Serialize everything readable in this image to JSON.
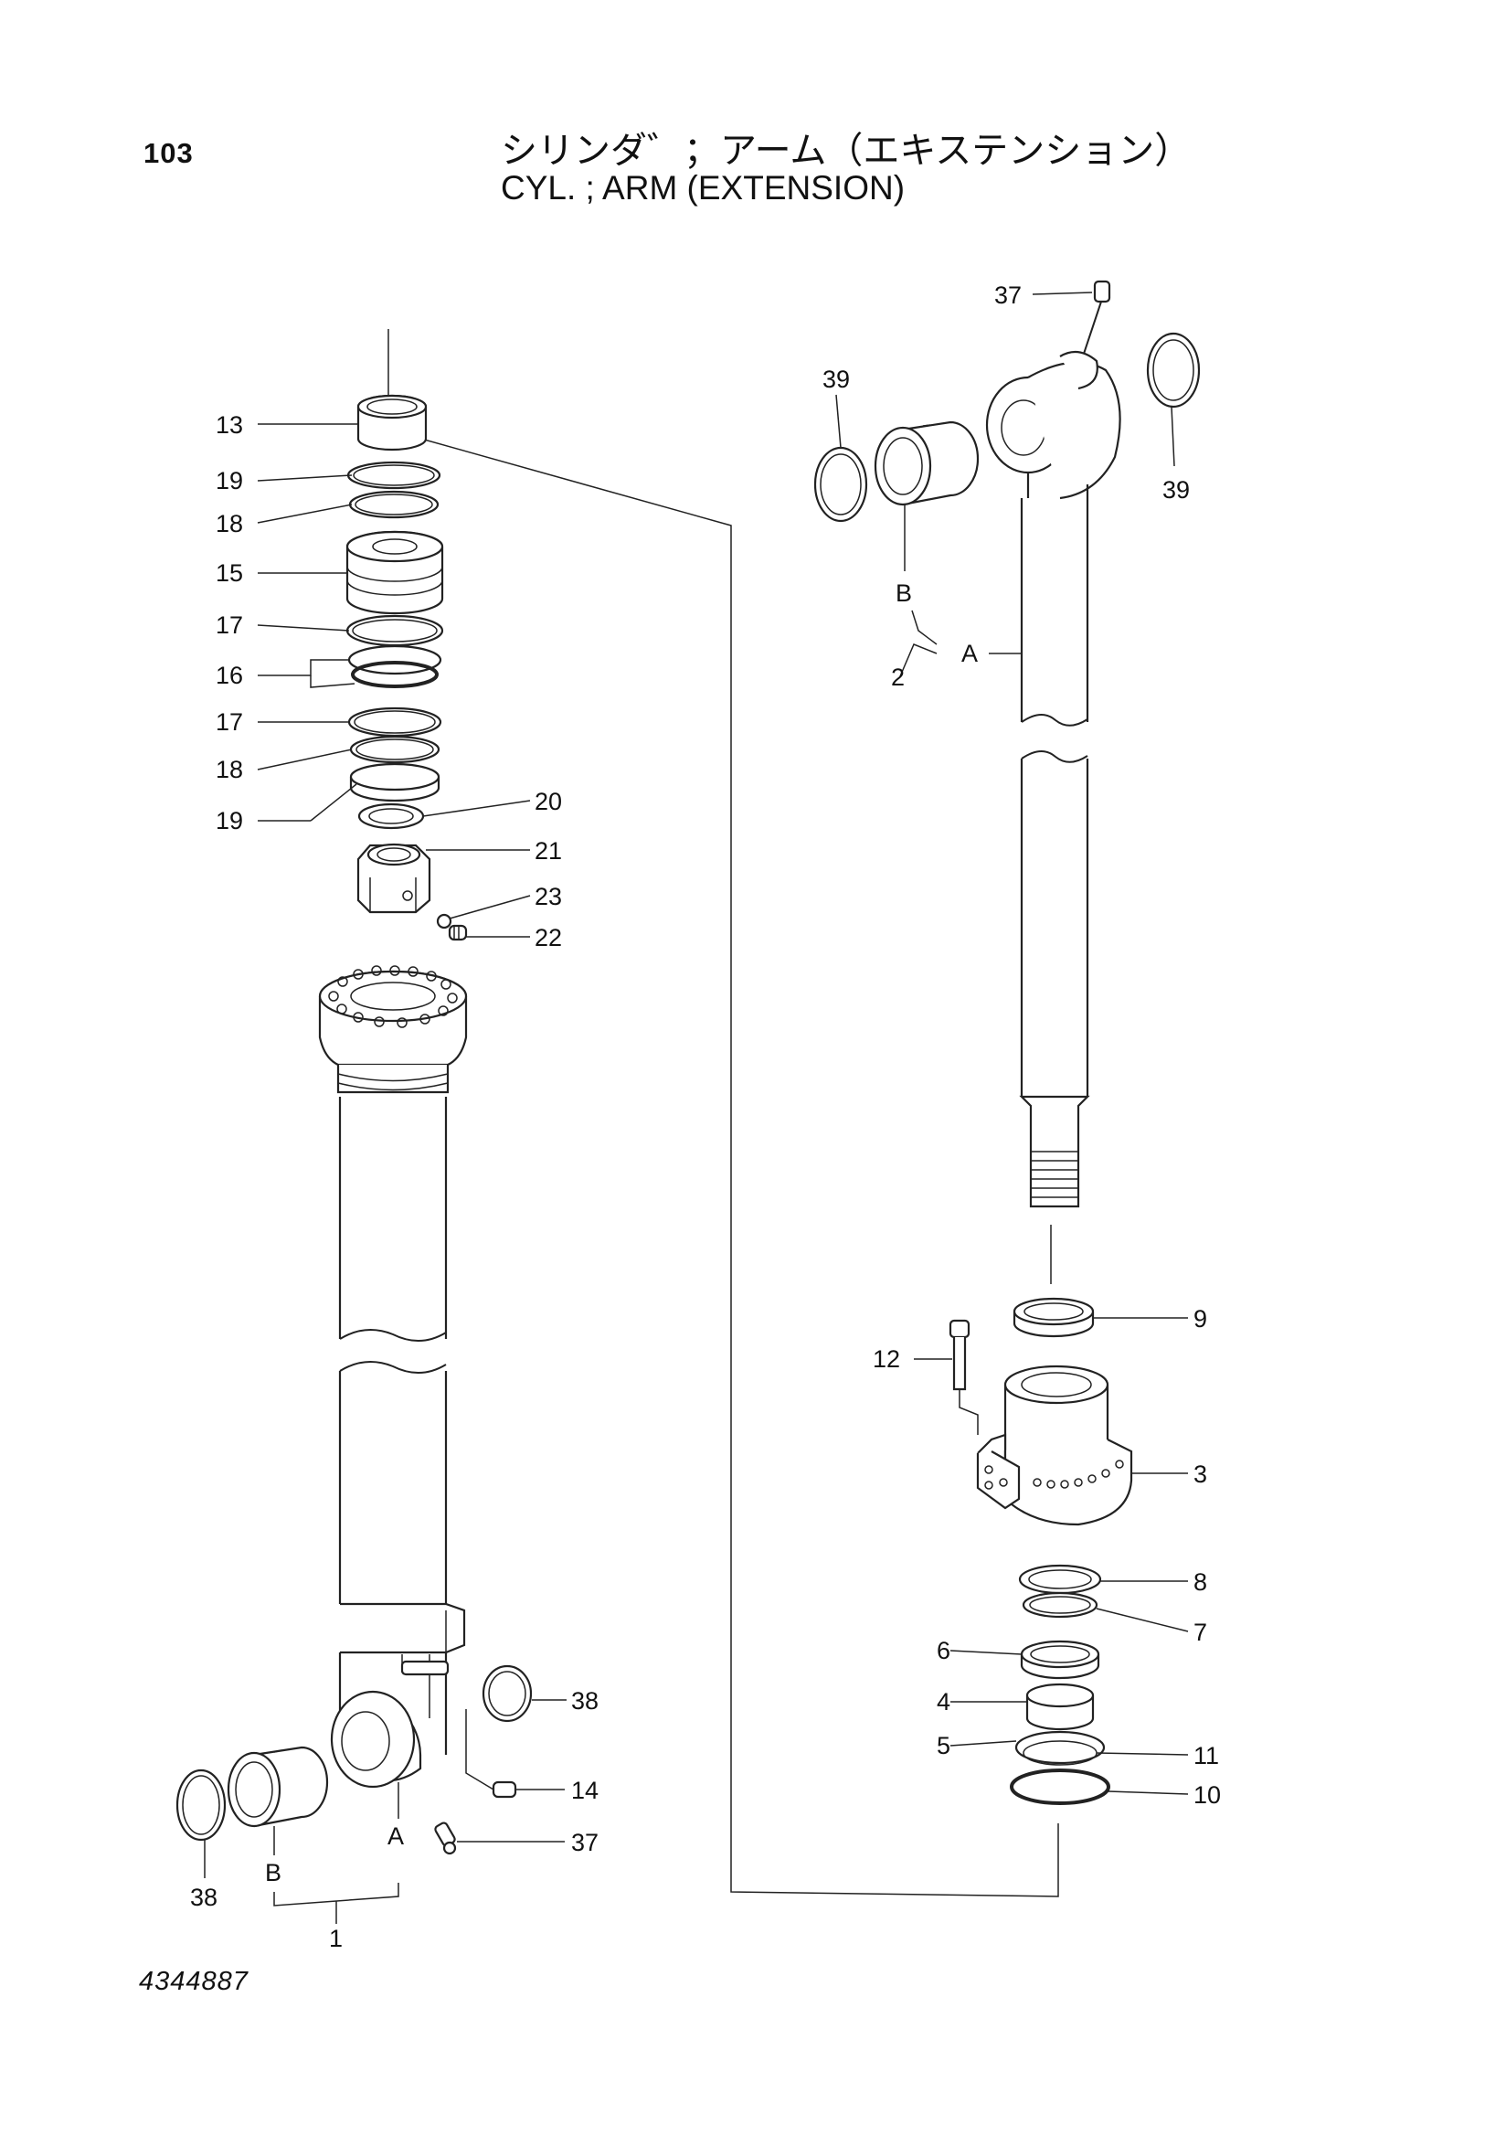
{
  "header": {
    "page_number": "103",
    "title_jp": "シリンダ゛；アーム（エキステンション）",
    "title_en": "CYL. ; ARM (EXTENSION)"
  },
  "footer": {
    "drawing_number": "4344887"
  },
  "callouts": {
    "left_assembly": [
      "13",
      "19",
      "18",
      "15",
      "17",
      "16",
      "17",
      "18",
      "19",
      "20",
      "21",
      "23",
      "22",
      "38",
      "14",
      "37",
      "38",
      "A",
      "B",
      "1"
    ],
    "right_assembly": [
      "37",
      "39",
      "39",
      "B",
      "A",
      "2",
      "9",
      "12",
      "3",
      "8",
      "7",
      "6",
      "4",
      "5",
      "11",
      "10"
    ]
  }
}
